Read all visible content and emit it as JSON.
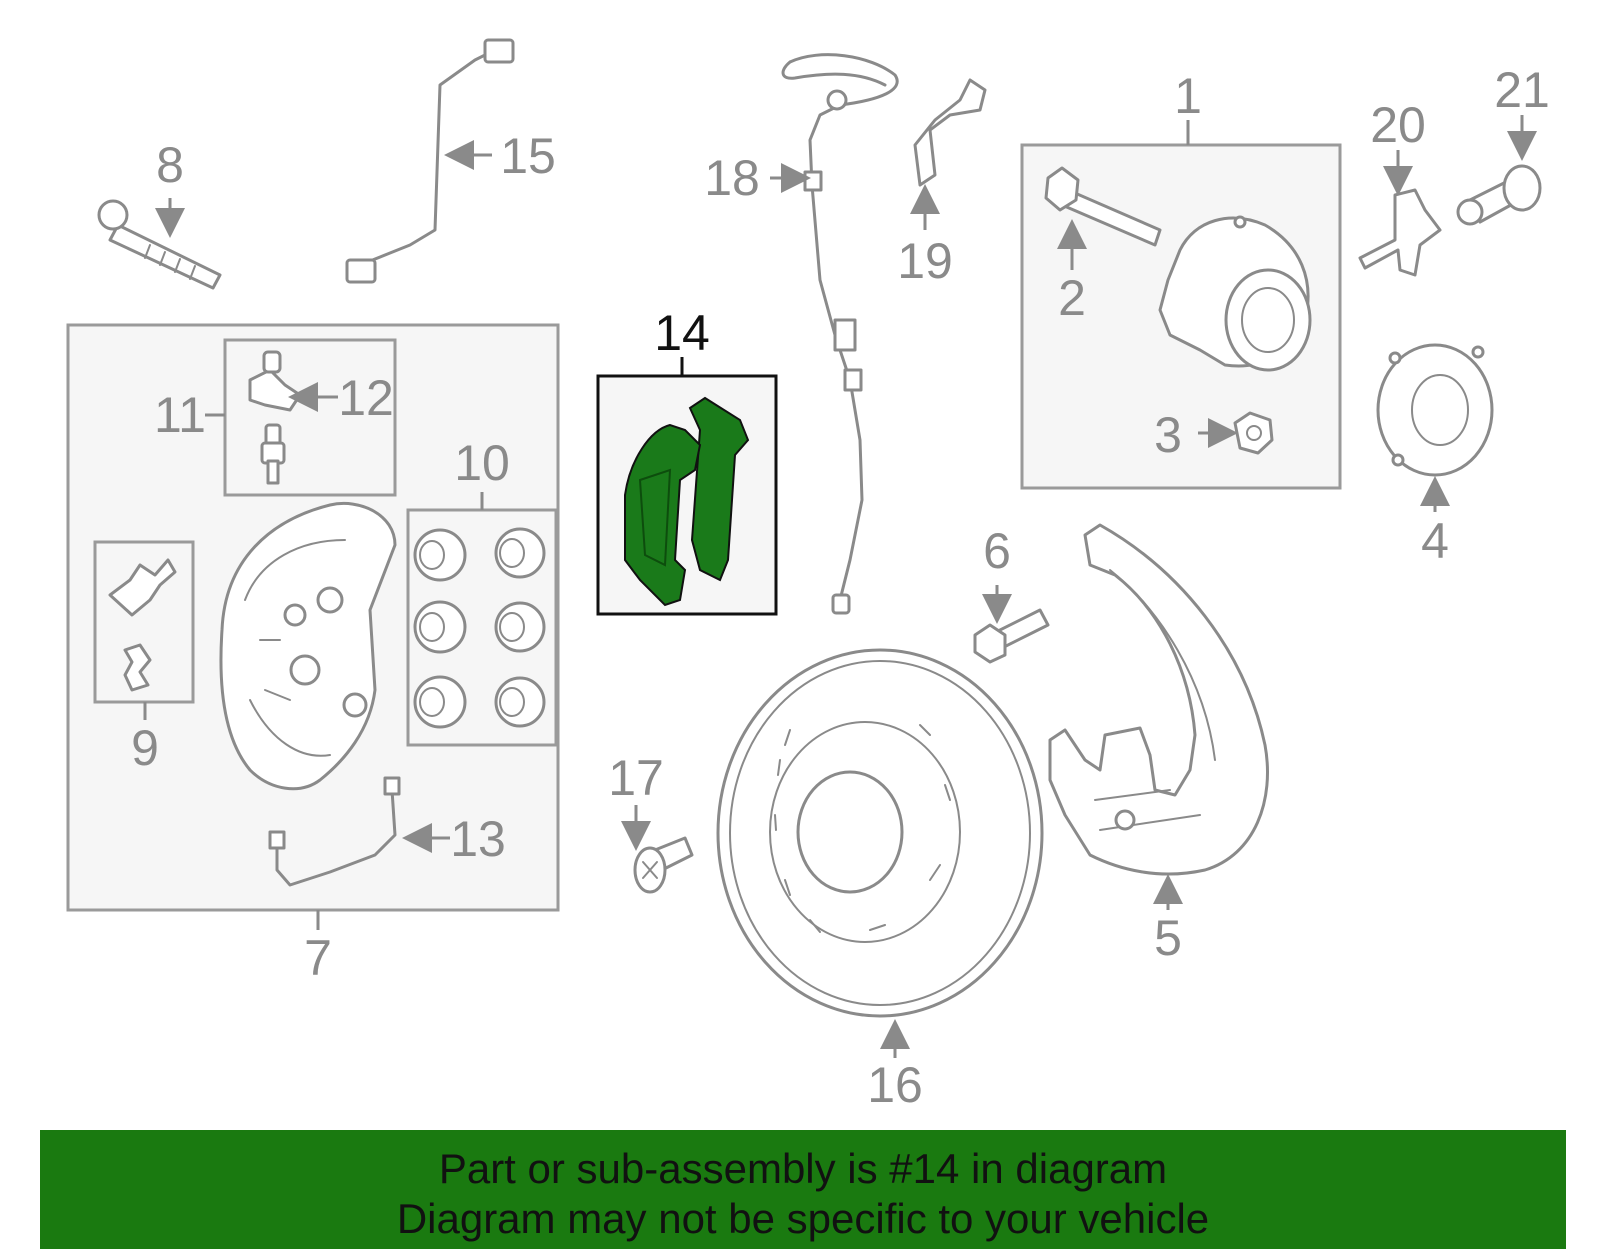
{
  "callouts": [
    {
      "id": "1",
      "text": "1"
    },
    {
      "id": "2",
      "text": "2"
    },
    {
      "id": "3",
      "text": "3"
    },
    {
      "id": "4",
      "text": "4"
    },
    {
      "id": "5",
      "text": "5"
    },
    {
      "id": "6",
      "text": "6"
    },
    {
      "id": "7",
      "text": "7"
    },
    {
      "id": "8",
      "text": "8"
    },
    {
      "id": "9",
      "text": "9"
    },
    {
      "id": "10",
      "text": "10"
    },
    {
      "id": "11",
      "text": "11"
    },
    {
      "id": "12",
      "text": "12"
    },
    {
      "id": "13",
      "text": "13"
    },
    {
      "id": "14",
      "text": "14"
    },
    {
      "id": "15",
      "text": "15"
    },
    {
      "id": "16",
      "text": "16"
    },
    {
      "id": "17",
      "text": "17"
    },
    {
      "id": "18",
      "text": "18"
    },
    {
      "id": "19",
      "text": "19"
    },
    {
      "id": "20",
      "text": "20"
    },
    {
      "id": "21",
      "text": "21"
    }
  ],
  "highlight_part": "14",
  "colors": {
    "highlight_fill": "#1a7a1a",
    "banner_bg": "#1a7a10",
    "line": "#8a8a8a",
    "box_fill": "#f6f6f6"
  },
  "banner": {
    "line1": "Part or sub-assembly is #14 in diagram",
    "line2": "Diagram may not be specific to your vehicle"
  }
}
